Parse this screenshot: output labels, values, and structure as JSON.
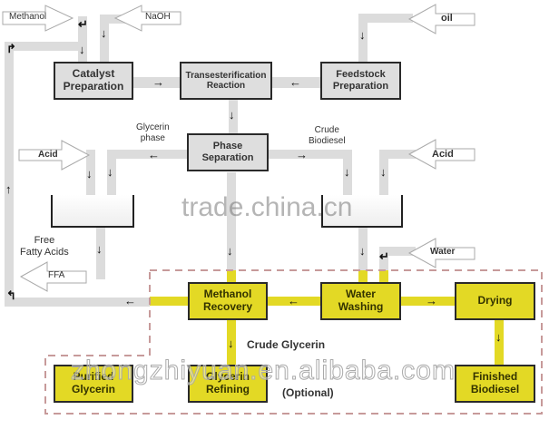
{
  "diagram": {
    "title": "Biodiesel production process flow",
    "inputs": {
      "methanol": "Methanol",
      "naoh": "NaOH",
      "oil": "oil",
      "acid_left": "Acid",
      "acid_right": "Acid",
      "water": "Water",
      "ffa": "FFA"
    },
    "boxes": {
      "catalyst_preparation": "Catalyst\nPreparation",
      "transesterification_reaction": "Transesterification\nReaction",
      "feedstock_preparation": "Feedstock\nPreparation",
      "phase_separation": "Phase\nSeparation",
      "methanol_recovery": "Methanol\nRecovery",
      "water_washing": "Water\nWashing",
      "drying": "Drying",
      "purified_glycerin": "Purified\nGlycerin",
      "glycerin_refining": "Glycerin\nRefining",
      "finished_biodiesel": "Finished\nBiodiesel"
    },
    "labels": {
      "glycerin_phase": "Glycerin\nphase",
      "crude_biodiesel": "Crude\nBiodiesel",
      "free_fatty_acids": "Free\nFatty Acids",
      "crude_glycerin": "Crude Glycerin",
      "optional": "(Optional)"
    },
    "colors": {
      "pipe_gray": "#dcdcdc",
      "box_gray": "#dedede",
      "yellow": "#e3d925",
      "dashed_border": "#c79a9a"
    }
  },
  "watermarks": {
    "center": "trade.china.cn",
    "bottom": "zhongzhiyuan.en.alibaba.com"
  }
}
